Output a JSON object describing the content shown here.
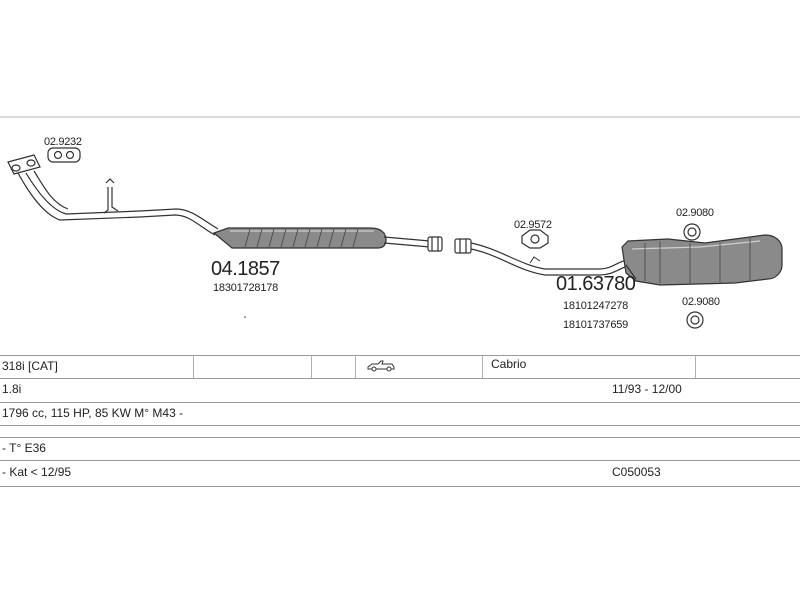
{
  "parts": {
    "gasket_1": "02.9232",
    "front_silencer": "04.1857",
    "front_silencer_oe": "18301728178",
    "gasket_2": "02.9572",
    "rear_silencer": "01.63780",
    "rear_silencer_oe_1": "18101247278",
    "rear_silencer_oe_2": "18101737659",
    "hanger_1": "02.9080",
    "hanger_2": "02.9080"
  },
  "vehicle": {
    "model": "318i  [CAT]",
    "body": "Cabrio",
    "engine": "1.8i",
    "years": "11/93 - 12/00",
    "spec": "1796 cc, 115 HP, 85 KW M° M43 -",
    "type": "- T° E36",
    "note": "- Kat < 12/95",
    "code": "C050053"
  },
  "icons": {
    "body_icon": "convertible-car-icon"
  }
}
